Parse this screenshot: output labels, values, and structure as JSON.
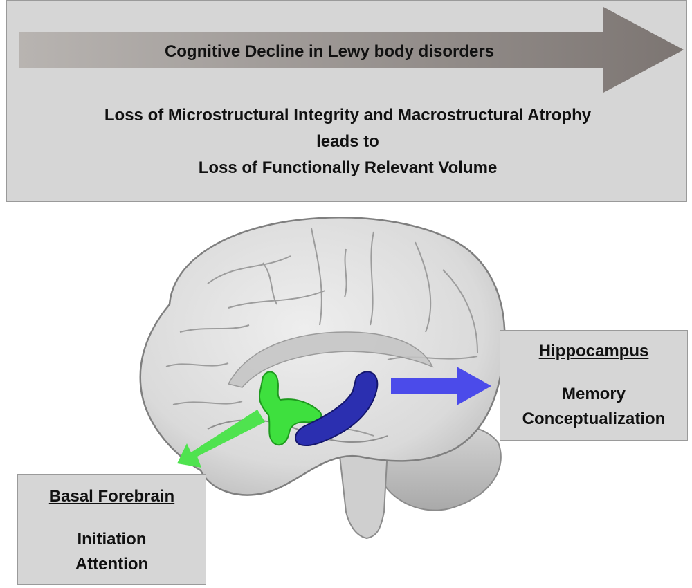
{
  "header": {
    "arrow_label": "Cognitive Decline in Lewy body disorders",
    "statement": [
      "Loss of Microstructural Integrity and Macrostructural Atrophy",
      "leads to",
      "Loss of Functionally Relevant Volume"
    ]
  },
  "regions": {
    "hippocampus": {
      "title": "Hippocampus",
      "functions": [
        "Memory",
        "Conceptualization"
      ],
      "color": "#2b2fb0",
      "arrow_color": "#4b4bea"
    },
    "basal_forebrain": {
      "title": "Basal Forebrain",
      "functions": [
        "Initiation",
        "Attention"
      ],
      "color": "#3ee03e",
      "arrow_color": "#4fe34f"
    }
  },
  "colors": {
    "panel_bg": "#d6d6d6",
    "panel_border": "#9a9a9a",
    "arrow_fill": "#8a8480"
  },
  "icons": {
    "brain": "brain-illustration-icon"
  }
}
